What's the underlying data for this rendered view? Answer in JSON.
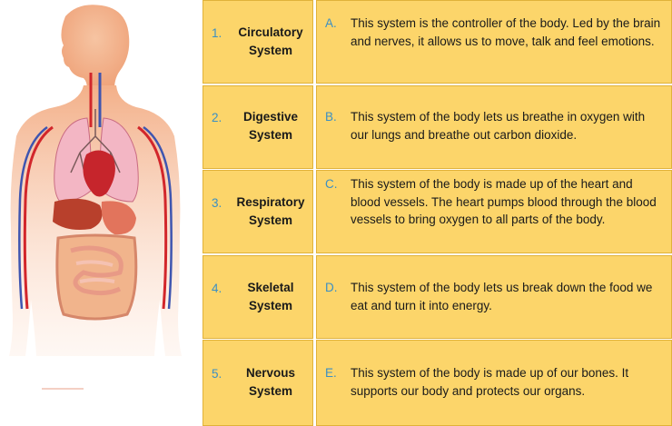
{
  "systems": [
    {
      "number": "1.",
      "name_line1": "Circulatory",
      "name_line2": "System"
    },
    {
      "number": "2.",
      "name_line1": "Digestive",
      "name_line2": "System"
    },
    {
      "number": "3.",
      "name_line1": "Respiratory",
      "name_line2": "System"
    },
    {
      "number": "4.",
      "name_line1": "Skeletal",
      "name_line2": "System"
    },
    {
      "number": "5.",
      "name_line1": "Nervous",
      "name_line2": "System"
    }
  ],
  "descriptions": [
    {
      "letter": "A.",
      "text": "This system is the controller of the body. Led by the brain and nerves, it allows us to move, talk and feel emotions."
    },
    {
      "letter": "B.",
      "text": "This system of the body lets us breathe in oxygen with our lungs and breathe out carbon dioxide."
    },
    {
      "letter": "C.",
      "text": "This system of the body is made up of the heart and blood vessels. The heart pumps blood through the blood vessels to bring oxygen to all parts of the body."
    },
    {
      "letter": "D.",
      "text": "This system of the body lets us break down the food we eat and turn it into energy."
    },
    {
      "letter": "E.",
      "text": "This system of the body is made up of our bones. It supports our body and protects our organs."
    }
  ],
  "colors": {
    "cell_fill": "#fcd56a",
    "cell_border": "#e0b23a",
    "label_accent": "#3b8fc4",
    "skin": "#f3b089"
  }
}
